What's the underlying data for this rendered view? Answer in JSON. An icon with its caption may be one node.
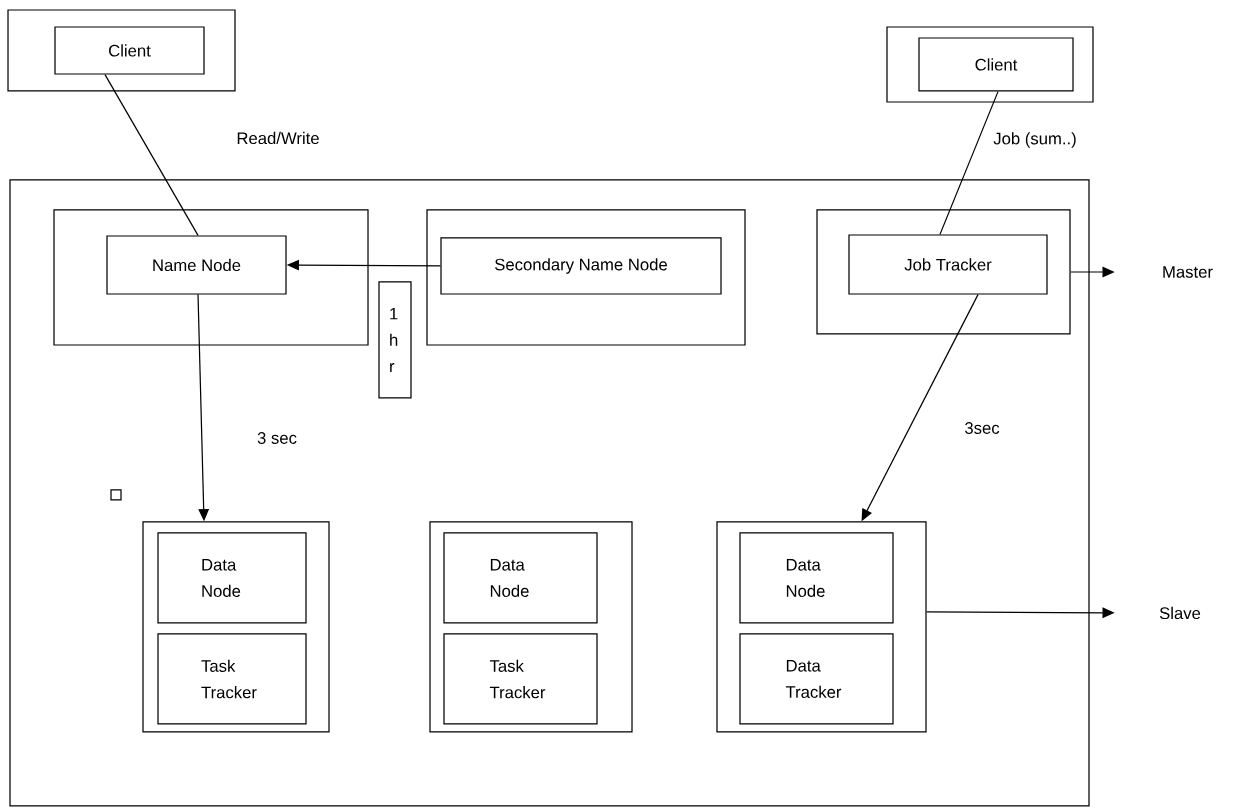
{
  "diagram": {
    "nodes": [
      {
        "text": [],
        "shape": "box"
      },
      {
        "text": [
          "Client"
        ],
        "in": 0
      },
      {
        "text": [],
        "shape": "box"
      },
      {
        "text": [
          "Client"
        ],
        "in": 2
      },
      {
        "text": [],
        "shape": "box"
      },
      {
        "text": [],
        "shape": "box",
        "in": 4
      },
      {
        "text": [
          "Name Node"
        ],
        "in": 5
      },
      {
        "text": [],
        "shape": "box",
        "in": 4
      },
      {
        "text": [
          "Secondary Name Node"
        ],
        "in": 7
      },
      {
        "text": [
          "1 h r"
        ],
        "in": 4
      },
      {
        "text": [],
        "shape": "box",
        "in": 4
      },
      {
        "text": [
          "Job Tracker"
        ],
        "in": 10
      },
      {
        "text": [],
        "shape": "box",
        "in": 4
      },
      {
        "text": [
          "Data Node"
        ],
        "in": 12
      },
      {
        "text": [
          "Task Tracker"
        ],
        "in": 12
      },
      {
        "text": [],
        "shape": "box",
        "in": 4
      },
      {
        "text": [
          "Data Node"
        ],
        "in": 15
      },
      {
        "text": [
          "Task Tracker"
        ],
        "in": 15
      },
      {
        "text": [],
        "shape": "box",
        "in": 4
      },
      {
        "text": [
          "Data Node"
        ],
        "in": 18
      },
      {
        "text": [
          "Data Tracker"
        ],
        "in": 18
      },
      {
        "text": [
          "Master"
        ]
      },
      {
        "text": [
          "Slave"
        ]
      }
    ],
    "edges": [
      {
        "from": 1,
        "to": 6,
        "arrow": "none",
        "label": "Read/Write"
      },
      {
        "from": 3,
        "to": 11,
        "arrow": "none",
        "label": "Job (sum..)"
      },
      {
        "from": 8,
        "to": 6,
        "arrow": "to"
      },
      {
        "from": 6,
        "to": 12,
        "arrow": "to",
        "label": "3 sec"
      },
      {
        "from": 11,
        "to": 18,
        "arrow": "to",
        "label": "3sec"
      },
      {
        "from": 10,
        "to": 21,
        "arrow": "to"
      },
      {
        "from": 18,
        "to": 22,
        "arrow": "to"
      }
    ]
  }
}
